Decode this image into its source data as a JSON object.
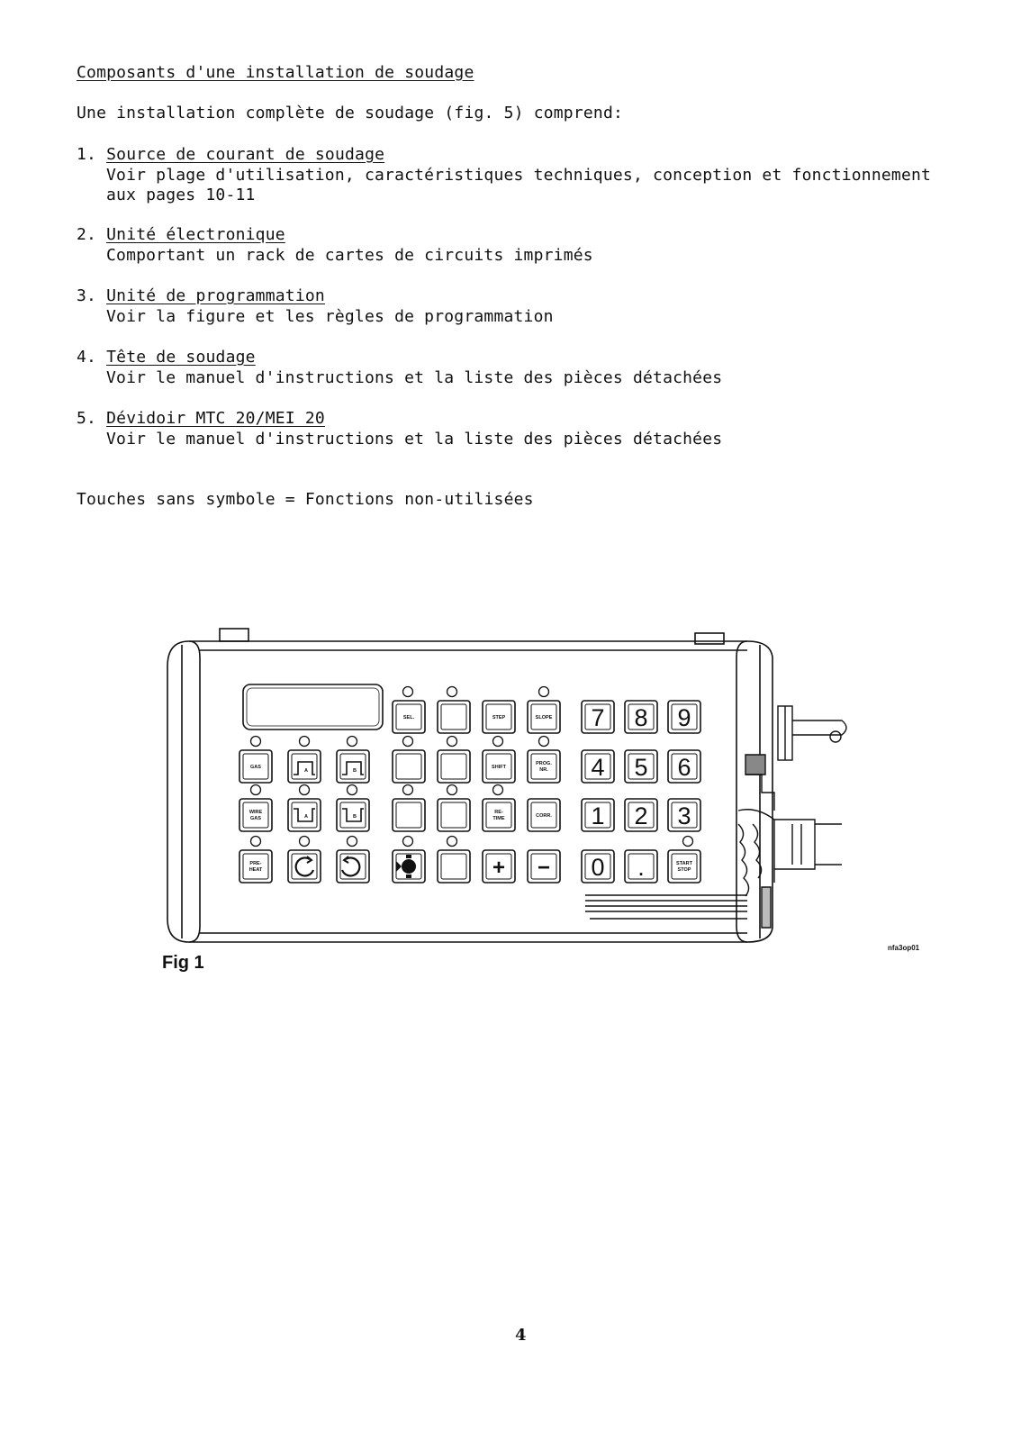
{
  "heading": "Composants d'une installation de soudage",
  "intro": "Une installation complète de soudage (fig. 5) comprend:",
  "items": [
    {
      "number": "1.",
      "title": "Source de courant de soudage",
      "line1": "Voir plage d'utilisation, caractéristiques techniques, conception et fonctionnement",
      "line2": "aux pages 10-11"
    },
    {
      "number": "2.",
      "title": "Unité électronique",
      "line1": "Comportant un rack de cartes de circuits imprimés"
    },
    {
      "number": "3.",
      "title": "Unité de programmation",
      "line1": "Voir la figure et les règles de programmation"
    },
    {
      "number": "4.",
      "title": "Tête de soudage",
      "line1": "Voir le manuel d'instructions et la liste des pièces détachées"
    },
    {
      "number": "5.",
      "title": "Dévidoir MTC 20/MEI 20",
      "line1": "Voir le manuel d'instructions et la liste des pièces détachées"
    }
  ],
  "note": "Touches sans symbole = Fonctions non-utilisées",
  "figure": {
    "caption": "Fig 1",
    "ref": "nfa3op01",
    "keys": {
      "sel": "SEL.",
      "step": "STEP",
      "slope": "SLOPE",
      "gas": "GAS",
      "shift": "SHIFT",
      "prog_nr_1": "PROG.",
      "prog_nr_2": "NR.",
      "wire_gas_1": "WIRE",
      "wire_gas_2": "GAS",
      "time_1": "RE-",
      "time_2": "TIME",
      "corr": "CORR.",
      "preheat_1": "PRE-",
      "preheat_2": "HEAT",
      "start_1": "START",
      "start_2": "STOP",
      "plus": "+",
      "minus": "−",
      "sym_a": "A",
      "sym_b": "B",
      "num": [
        "7",
        "8",
        "9",
        "4",
        "5",
        "6",
        "1",
        "2",
        "3",
        "0",
        "."
      ]
    }
  },
  "page_number": "4"
}
